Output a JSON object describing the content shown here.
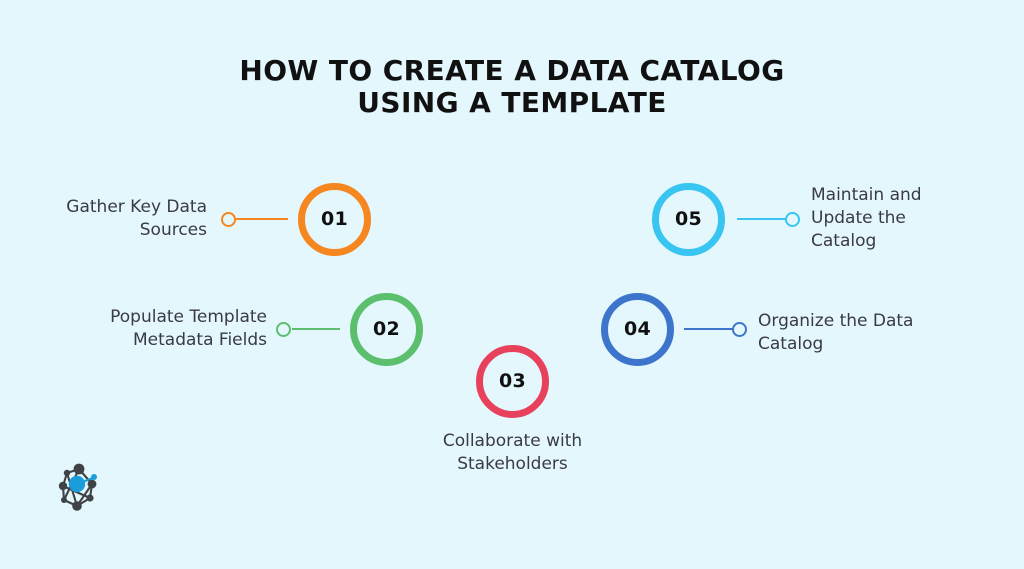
{
  "page": {
    "background_color": "#e4f7fd",
    "text_color": "#3a3a42",
    "title_color": "#111111"
  },
  "title": {
    "line1": "HOW TO CREATE A DATA CATALOG",
    "line2": "USING A TEMPLATE"
  },
  "steps": [
    {
      "number": "01",
      "label": "Gather Key Data\nSources",
      "color": "#f6861f",
      "side": "left"
    },
    {
      "number": "02",
      "label": "Populate Template\nMetadata Fields",
      "color": "#5cbf6e",
      "side": "left"
    },
    {
      "number": "03",
      "label": "Collaborate with\nStakeholders",
      "color": "#e8415b",
      "side": "bottom"
    },
    {
      "number": "04",
      "label": "Organize the Data\nCatalog",
      "color": "#3d74cc",
      "side": "right"
    },
    {
      "number": "05",
      "label": "Maintain and\nUpdate the\nCatalog",
      "color": "#38c5f2",
      "side": "right"
    }
  ],
  "logo": {
    "name": "network-graph-logo",
    "node_color": "#3f4347",
    "accent_color": "#1b9dd9"
  }
}
